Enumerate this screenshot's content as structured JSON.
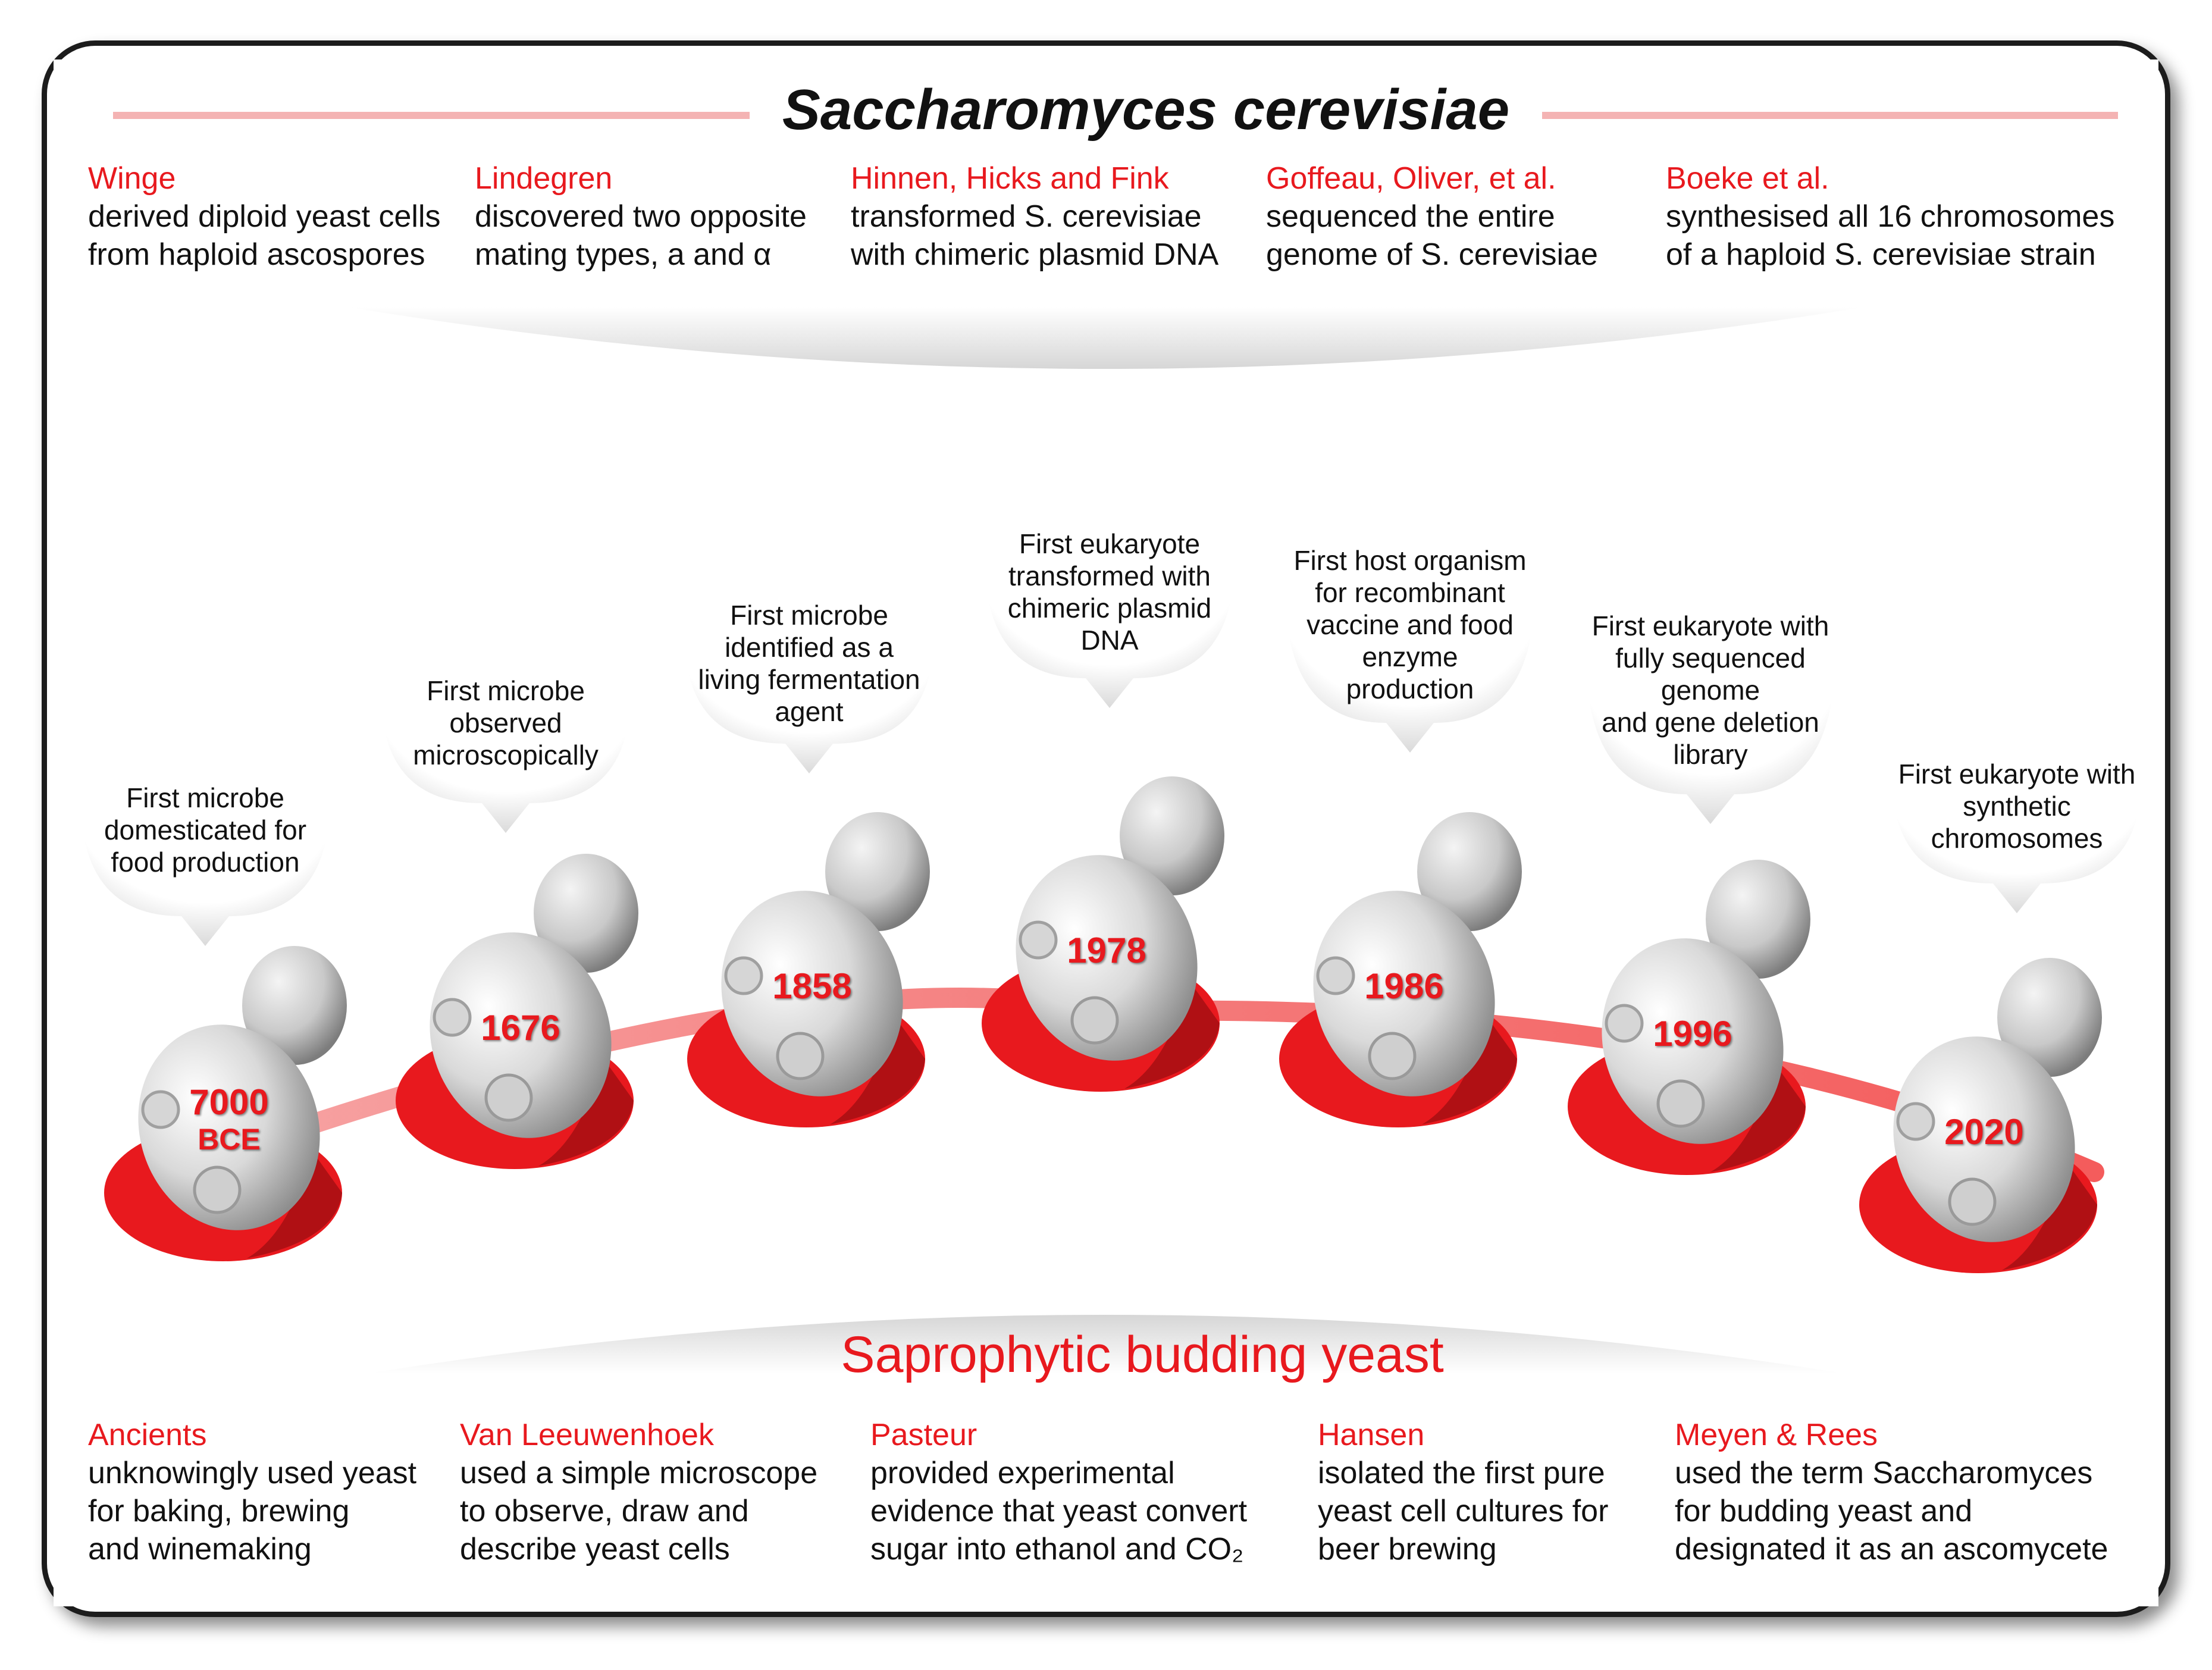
{
  "title": "Saccharomyces cerevisiae",
  "bottom_title": "Saprophytic budding yeast",
  "colors": {
    "accent": "#e8191e",
    "line_pink": "#f4b3b3",
    "frame": "#1c1c1c"
  },
  "top_entries": [
    {
      "who": "Winge",
      "lines": [
        "derived diploid yeast cells",
        "from haploid ascospores"
      ]
    },
    {
      "who": "Lindegren",
      "lines": [
        "discovered two opposite",
        "mating types, a and α"
      ]
    },
    {
      "who": "Hinnen, Hicks and Fink",
      "lines": [
        "transformed S. cerevisiae",
        "with chimeric plasmid DNA"
      ]
    },
    {
      "who": "Goffeau, Oliver, et al.",
      "lines": [
        "sequenced  the entire",
        "genome of S. cerevisiae"
      ]
    },
    {
      "who": "Boeke et al.",
      "lines": [
        "synthesised all 16 chromosomes",
        "of a haploid S. cerevisiae strain"
      ]
    }
  ],
  "bottom_entries": [
    {
      "who": "Ancients",
      "lines": [
        "unknowingly used yeast",
        "for baking, brewing",
        "and winemaking"
      ]
    },
    {
      "who": "Van Leeuwenhoek",
      "lines": [
        "used a simple microscope",
        "to observe, draw and",
        "describe yeast cells"
      ]
    },
    {
      "who": "Pasteur",
      "lines": [
        "provided experimental",
        "evidence that yeast convert",
        "sugar into ethanol and CO₂"
      ]
    },
    {
      "who": "Hansen",
      "lines": [
        "isolated the first pure",
        "yeast cell cultures for",
        "beer brewing"
      ]
    },
    {
      "who": "Meyen & Rees",
      "lines": [
        "used the term Saccharomyces",
        "for budding yeast and",
        "designated it as an ascomycete"
      ]
    }
  ],
  "milestones": [
    {
      "year": "7000",
      "year_sub": "BCE",
      "caption": [
        "First microbe",
        "domesticated for",
        "food production"
      ]
    },
    {
      "year": "1676",
      "year_sub": "",
      "caption": [
        "First microbe",
        "observed",
        "microscopically"
      ]
    },
    {
      "year": "1858",
      "year_sub": "",
      "caption": [
        "First microbe",
        "identified as a",
        "living fermentation",
        "agent"
      ]
    },
    {
      "year": "1978",
      "year_sub": "",
      "caption": [
        "First eukaryote",
        "transformed with",
        "chimeric plasmid",
        "DNA"
      ]
    },
    {
      "year": "1986",
      "year_sub": "",
      "caption": [
        "First host organism",
        "for recombinant",
        "vaccine and food",
        "enzyme",
        "production"
      ]
    },
    {
      "year": "1996",
      "year_sub": "",
      "caption": [
        "First eukaryote with",
        "fully sequenced",
        "genome",
        "and  gene deletion",
        "library"
      ]
    },
    {
      "year": "2020",
      "year_sub": "",
      "caption": [
        "First eukaryote with",
        "synthetic",
        "chromosomes"
      ]
    }
  ]
}
